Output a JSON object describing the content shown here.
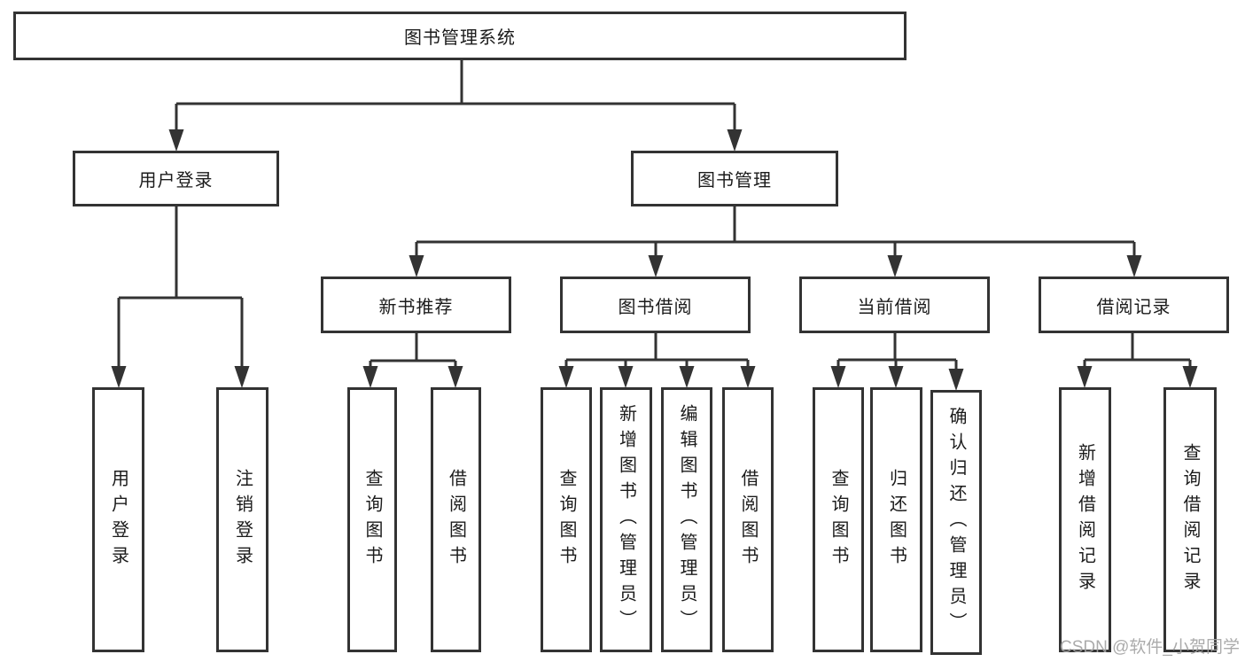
{
  "diagram": {
    "root": {
      "label": "图书管理系统"
    },
    "level2": [
      {
        "label": "用户登录"
      },
      {
        "label": "图书管理"
      }
    ],
    "level3": [
      {
        "label": "新书推荐"
      },
      {
        "label": "图书借阅"
      },
      {
        "label": "当前借阅"
      },
      {
        "label": "借阅记录"
      }
    ],
    "leaves": {
      "user_login": [
        "用户登录",
        "注销登录"
      ],
      "new_book": [
        "查询图书",
        "借阅图书"
      ],
      "book_borrow": [
        "查询图书",
        "新增图书（管理员）",
        "编辑图书（管理员）",
        "借阅图书"
      ],
      "current_borrow": [
        "查询图书",
        "归还图书",
        "确认归还（管理员）"
      ],
      "borrow_record": [
        "新增借阅记录",
        "查询借阅记录"
      ]
    }
  },
  "watermark": {
    "text": "CSDN @软件_小贺同学"
  },
  "colors": {
    "line": "#333333",
    "box_border": "#333333",
    "box_background": "#ffffff",
    "text": "#1b1b1b",
    "page_background": "#ffffff",
    "watermark": "#a3a3a3"
  }
}
